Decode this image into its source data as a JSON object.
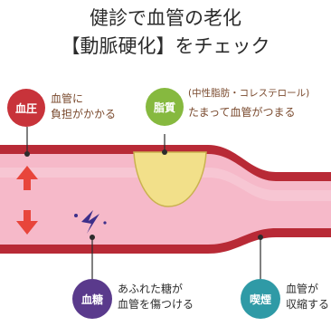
{
  "title": {
    "line1": "健診で血管の老化",
    "line2": "【動脈硬化】をチェック"
  },
  "labels": {
    "blood_pressure": {
      "badge": "血圧",
      "text": "血管に\n負担がかかる",
      "color": "#c8333a"
    },
    "lipid": {
      "badge": "脂質",
      "text_line1": "(中性脂肪・コレステロール)",
      "text_line2": "たまって血管がつまる",
      "color": "#86b93f"
    },
    "blood_sugar": {
      "badge": "血糖",
      "text": "あふれた糖が\n血管を傷つける",
      "color": "#5a3a8c"
    },
    "smoking": {
      "badge": "喫煙",
      "text": "血管が\n収縮する",
      "color": "#2f9aa6"
    }
  },
  "colors": {
    "vessel_wall": "#b82a36",
    "vessel_inner": "#f6b9c9",
    "plaque": "#f2e08a",
    "arrow": "#e8453b"
  }
}
